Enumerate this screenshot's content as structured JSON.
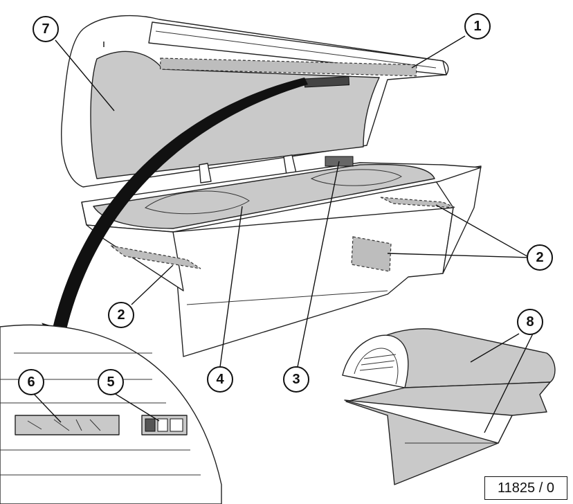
{
  "callouts": [
    {
      "id": "1",
      "label": "1"
    },
    {
      "id": "2a",
      "label": "2"
    },
    {
      "id": "2b",
      "label": "2"
    },
    {
      "id": "3",
      "label": "3"
    },
    {
      "id": "4",
      "label": "4"
    },
    {
      "id": "5",
      "label": "5"
    },
    {
      "id": "6",
      "label": "6"
    },
    {
      "id": "7",
      "label": "7"
    },
    {
      "id": "8",
      "label": "8"
    }
  ],
  "reference": "11825 / 0",
  "colors": {
    "panel_grey": "#c9c9c9",
    "outline": "#222222"
  }
}
